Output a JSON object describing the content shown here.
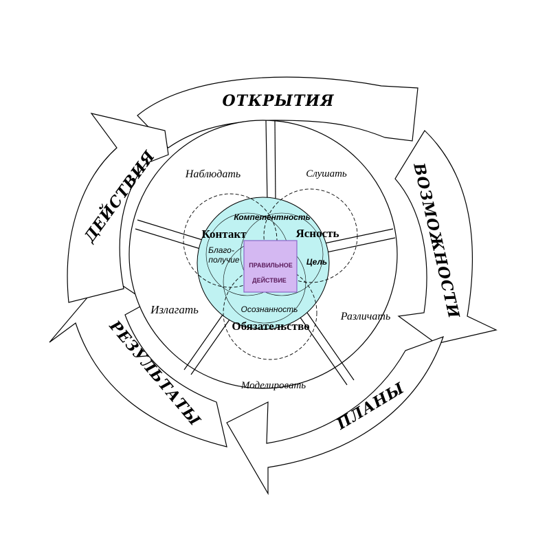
{
  "colors": {
    "core_fill": "#bff2f2",
    "center_fill": "#d4b8f2",
    "center_stroke": "#8a66c9",
    "line": "#000000"
  },
  "arrows": {
    "top": "ОТКРЫТИЯ",
    "right": "ВОЗМОЖНОСТИ",
    "bottom_right": "ПЛАНЫ",
    "bottom_left": "РЕЗУЛЬТАТЫ",
    "left": "ДЕЙСТВИЯ"
  },
  "segments": {
    "top_left": "Наблюдать",
    "top_right": "Слушать",
    "right": "Различать",
    "bottom": "Моделировать",
    "left": "Излагать"
  },
  "core": {
    "competence": "Компетентность",
    "contact": "Контакт",
    "clarity": "Ясность",
    "wellbeing_line1": "Благо-",
    "wellbeing_line2": "получие",
    "goal": "Цель",
    "awareness": "Осознанность",
    "commitment": "Обязательство"
  },
  "center": {
    "line1": "ПРАВИЛЬНОЕ",
    "line2": "ДЕЙСТВИЕ"
  }
}
